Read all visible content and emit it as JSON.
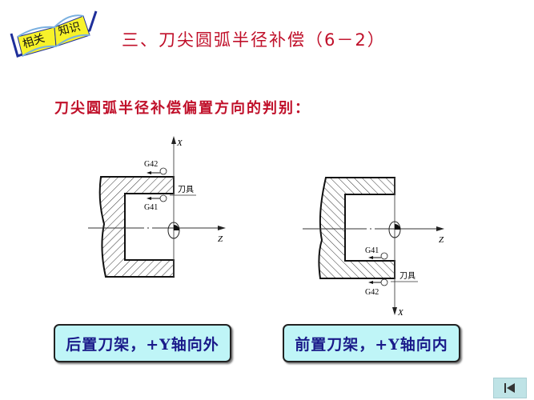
{
  "logo": {
    "label_left": "相关",
    "label_right": "知识",
    "icon": "open-book-icon"
  },
  "header": {
    "title": "三、刀尖圆弧半径补偿（6－2）"
  },
  "section": {
    "subtitle": "刀尖圆弧半径补偿偏置方向的判别："
  },
  "diagrams": [
    {
      "id": "rear-tool-post",
      "axis_x_label": "X",
      "axis_z_label": "Z",
      "upper_label": "G42",
      "lower_label": "G41",
      "tool_label": "刀具",
      "caption": "后置刀架，+Y轴向外"
    },
    {
      "id": "front-tool-post",
      "axis_x_label": "X",
      "axis_z_label": "Z",
      "upper_label": "G41",
      "lower_label": "G42",
      "tool_label": "刀具",
      "caption": "前置刀架，+Y轴向内"
    }
  ],
  "navigation": {
    "first_page_icon": "skip-to-first-icon"
  },
  "colors": {
    "title": "#c0102a",
    "caption_bg": "#bff5f7",
    "caption_text": "#1a1a8a",
    "nav_bg": "#bfe3e6"
  }
}
